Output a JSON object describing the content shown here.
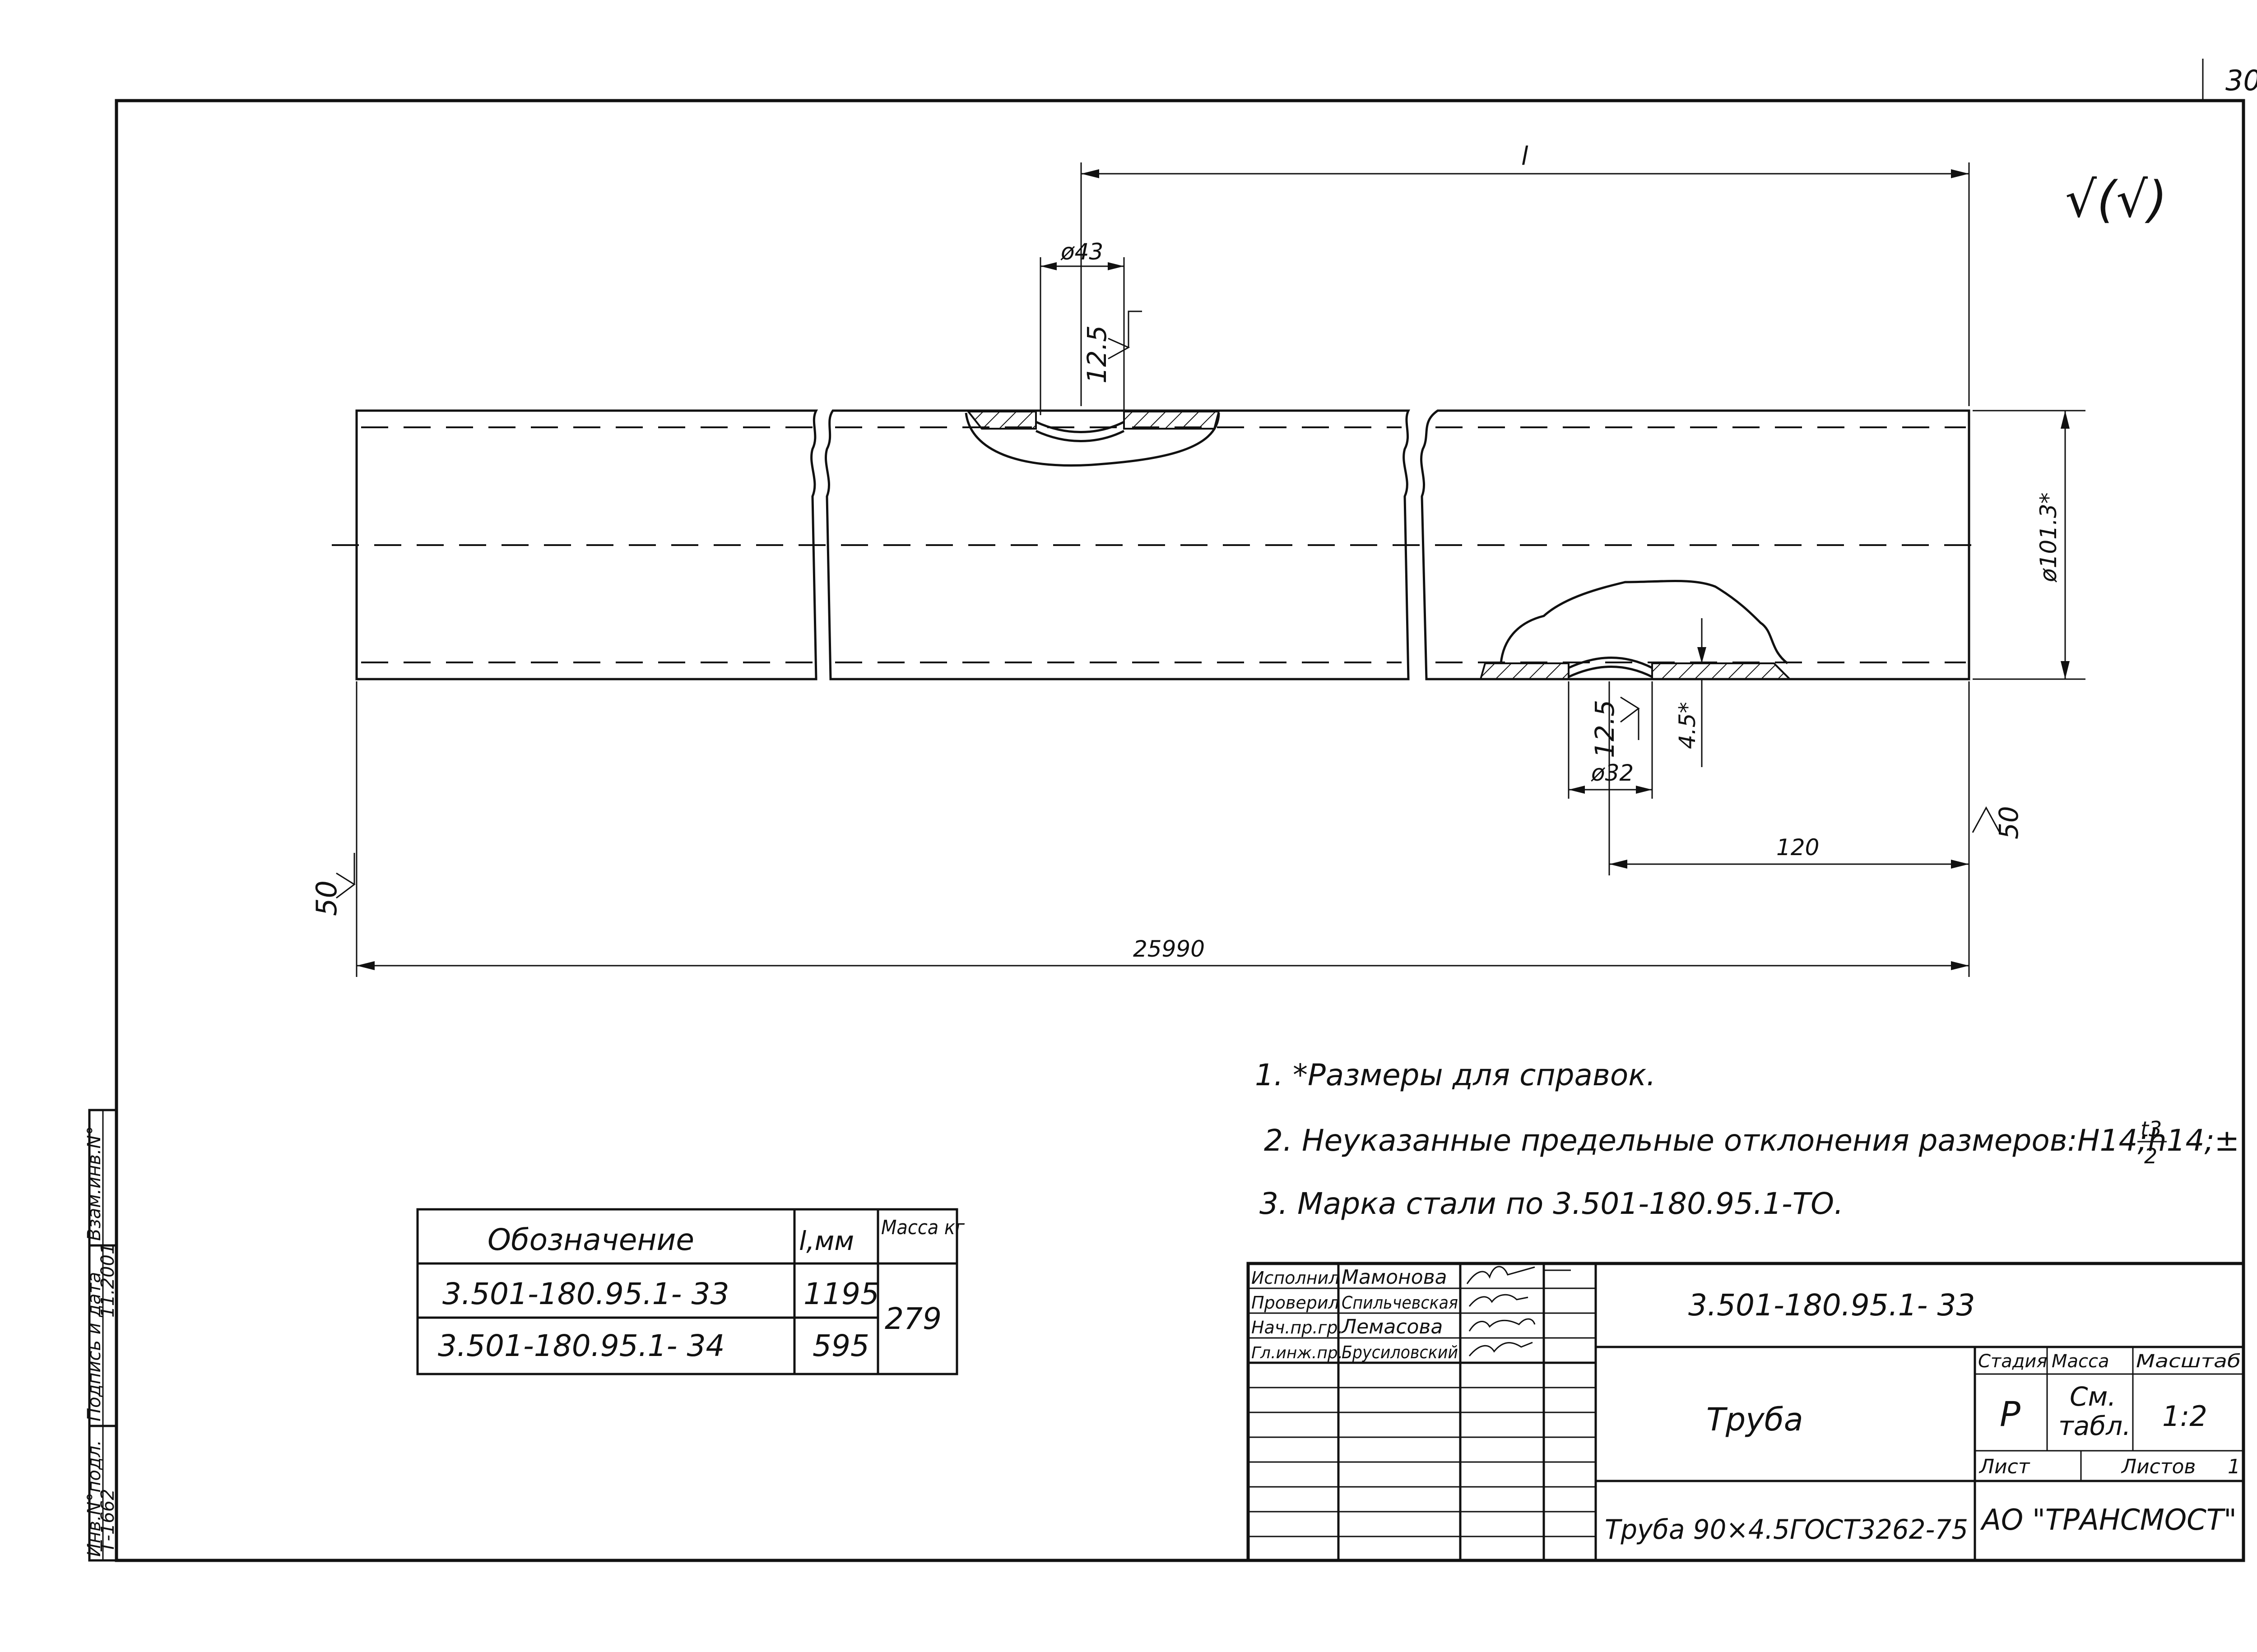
{
  "sheet_number": "30",
  "roughness_general": "√(√)",
  "drawing": {
    "dim_length": "l",
    "dim_hole_top": "ø43",
    "dim_hole_bottom": "ø32",
    "dim_outer_diameter": "ø101.3*",
    "dim_depth": "4.5*",
    "dim_offset": "120",
    "dim_total": "25990",
    "roughness_top": "12.5",
    "roughness_bottom": "12.5",
    "roughness_left": "50",
    "roughness_right": "50"
  },
  "notes": [
    "1.  *Размеры для справок.",
    "2.  Неуказанные предельные отклонения размеров:Н14;h14;±",
    "3. Марка стали по 3.501-180.95.1-ТО."
  ],
  "tolerance_fraction": {
    "numerator": "t3",
    "denominator": "2"
  },
  "spec_table": {
    "headers": [
      "Обозначение",
      "l,мм",
      "Масса кг"
    ],
    "rows": [
      {
        "designation": "3.501-180.95.1- 33",
        "length": "1195"
      },
      {
        "designation": "3.501-180.95.1- 34",
        "length": "595"
      }
    ],
    "mass": "279"
  },
  "side_stamp": {
    "labels": [
      "Инв.N°подл.",
      "Подпись и дата",
      "Взам.инв.N°"
    ],
    "values": [
      "Т-1662",
      "11.2001"
    ]
  },
  "title_block": {
    "roles": [
      "Исполнил",
      "Проверил",
      "Нач.пр.гр.",
      "Гл.инж.пр."
    ],
    "names": [
      "Мамонова",
      "Спильчевская",
      "Лемасова",
      "Брусиловский"
    ],
    "doc_code": "3.501-180.95.1- 33",
    "title": "Труба",
    "material": "Труба 90×4.5ГОСТ3262-75",
    "stage_label": "Стадия",
    "mass_label": "Масса",
    "scale_label": "Масштаб",
    "stage": "Р",
    "mass_line1": "См.",
    "mass_line2": "табл.",
    "scale": "1:2",
    "sheet_label": "Лист",
    "sheets_label": "Листов",
    "sheets_count": "1",
    "organization": "АО \"ТРАНСМОСТ\""
  }
}
